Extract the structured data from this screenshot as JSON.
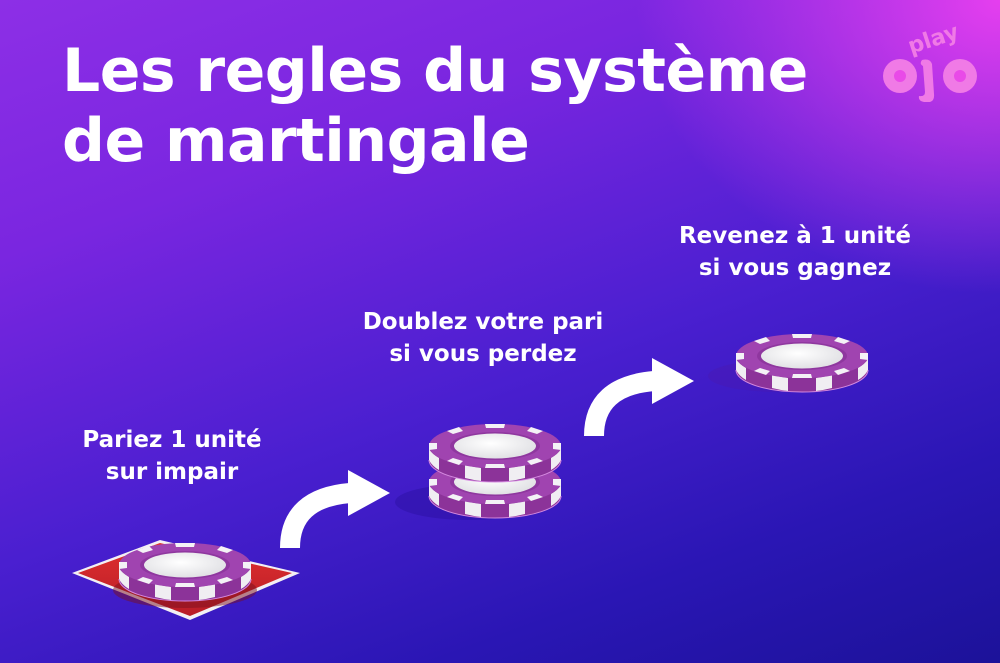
{
  "title": {
    "line1": "Les regles du système",
    "line2": "de martingale"
  },
  "logo": {
    "top_word": "play",
    "bottom_word": "ojo",
    "color": "#f07ae6"
  },
  "steps": [
    {
      "line1": "Pariez 1 unité",
      "line2": "sur impair",
      "icon": "single-chip-on-red-square-icon"
    },
    {
      "line1": "Doublez votre pari",
      "line2": "si vous perdez",
      "icon": "double-chip-stack-icon"
    },
    {
      "line1": "Revenez à 1 unité",
      "line2": "si vous gagnez",
      "icon": "single-chip-icon"
    }
  ],
  "arrows": [
    "curved-arrow-icon",
    "curved-arrow-icon"
  ],
  "colors": {
    "bg_top_left": "#8d2fe6",
    "bg_top_right": "#ec40f0",
    "bg_bottom_left": "#1c1299",
    "chip_purple": "#9a3fa8",
    "chip_white": "#f2f2f4",
    "bet_square_red": "#d8282e"
  }
}
